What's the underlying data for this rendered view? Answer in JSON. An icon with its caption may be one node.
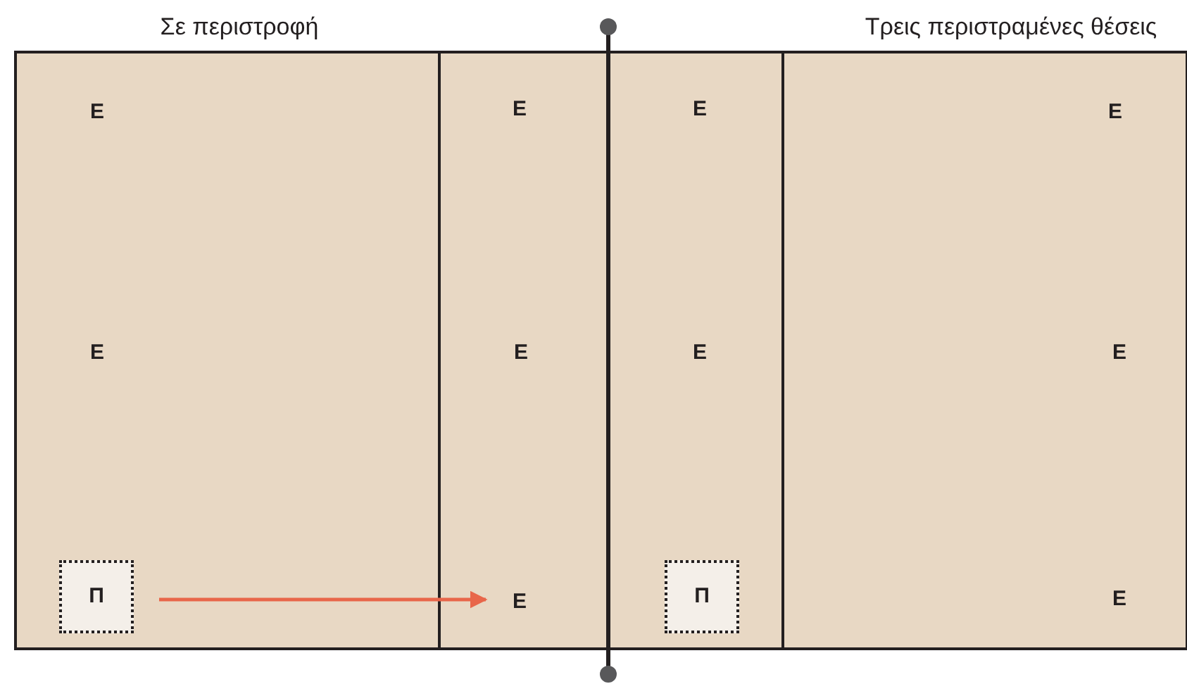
{
  "diagram": {
    "nodes": [
      {
        "text": [
          "Π"
        ]
      },
      {
        "text": [
          "Ε"
        ]
      },
      {
        "text": [
          "Π"
        ]
      }
    ],
    "edges": [
      {
        "from": 0,
        "to": 1,
        "arrow": "to"
      }
    ],
    "labels": [
      "Σε περιστροφή",
      "Τρεις περιστραμένες θέσεις",
      "Ε",
      "Ε",
      "Ε",
      "Ε",
      "Ε",
      "Ε",
      "Ε",
      "Ε",
      "Ε"
    ]
  }
}
